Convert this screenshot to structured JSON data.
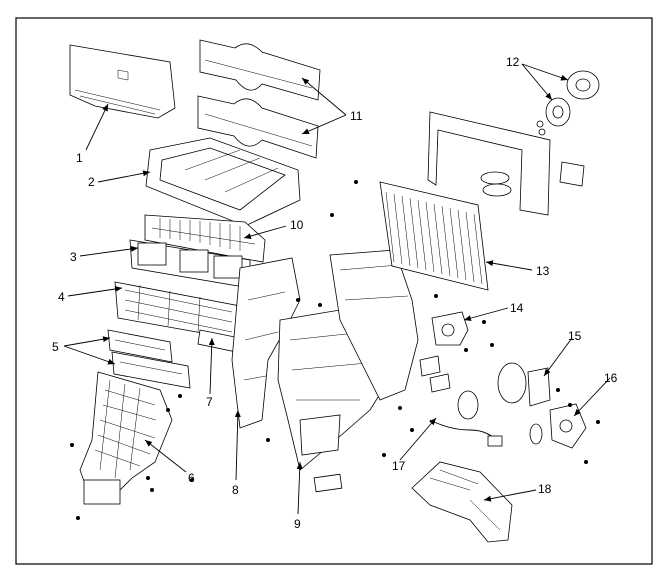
{
  "figure": {
    "callouts": [
      "1",
      "2",
      "3",
      "4",
      "5",
      "6",
      "7",
      "8",
      "9",
      "10",
      "11",
      "12",
      "13",
      "14",
      "15",
      "16",
      "17",
      "18"
    ],
    "colors": {
      "ink": "#000000",
      "paper": "#ffffff"
    }
  }
}
